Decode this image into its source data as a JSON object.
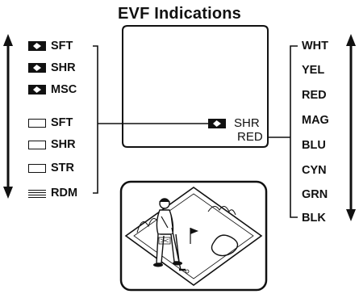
{
  "title": "EVF Indications",
  "left_modes": [
    {
      "icon": "filled-frame-icon",
      "label": "SFT"
    },
    {
      "icon": "filled-frame-icon",
      "label": "SHR"
    },
    {
      "icon": "filled-frame-icon",
      "label": "MSC"
    },
    {
      "icon": "outline-frame-icon",
      "label": "SFT"
    },
    {
      "icon": "outline-frame-icon",
      "label": "SHR"
    },
    {
      "icon": "outline-frame-icon",
      "label": "STR"
    },
    {
      "icon": "dotted-frame-icon",
      "label": "RDM"
    }
  ],
  "right_colors": [
    "WHT",
    "YEL",
    "RED",
    "MAG",
    "BLU",
    "CYN",
    "GRN",
    "BLK"
  ],
  "viewfinder": {
    "mode_label": "SHR",
    "color_label": "RED"
  },
  "illustration": {
    "subject": "golfer-putting-on-green"
  }
}
